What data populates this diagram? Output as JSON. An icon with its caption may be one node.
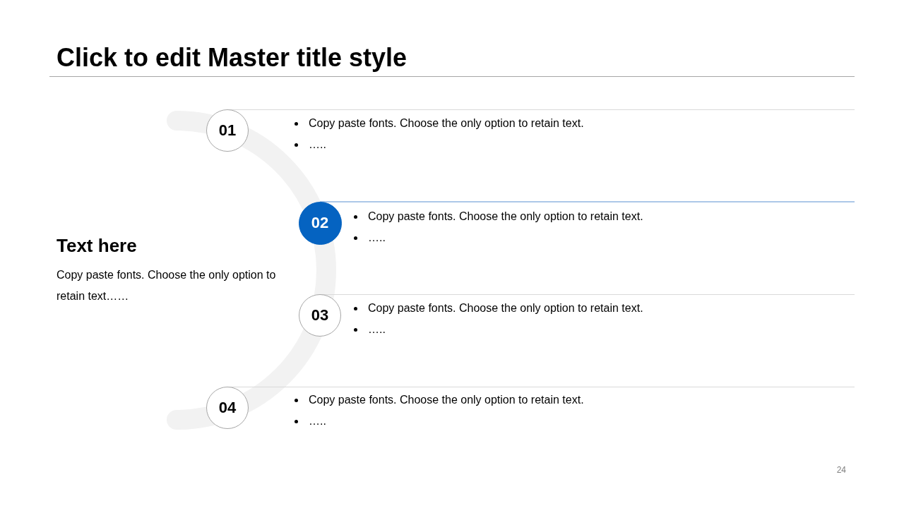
{
  "diagram": {
    "title": "Click to edit Master title style",
    "nodes": [
      {
        "text": [
          "01"
        ],
        "beside": [
          "Copy paste fonts. Choose the only option to retain text.",
          "….."
        ]
      },
      {
        "text": [
          "02"
        ],
        "beside": [
          "Copy paste fonts. Choose the only option to retain text.",
          "….."
        ]
      },
      {
        "text": [
          "03"
        ],
        "beside": [
          "Copy paste fonts. Choose the only option to retain text.",
          "….."
        ]
      },
      {
        "text": [
          "04"
        ],
        "beside": [
          "Copy paste fonts. Choose the only option to retain text.",
          "….."
        ]
      }
    ],
    "labels": [
      "Text here",
      "Copy paste fonts. Choose the only option to retain text……",
      "24"
    ]
  }
}
